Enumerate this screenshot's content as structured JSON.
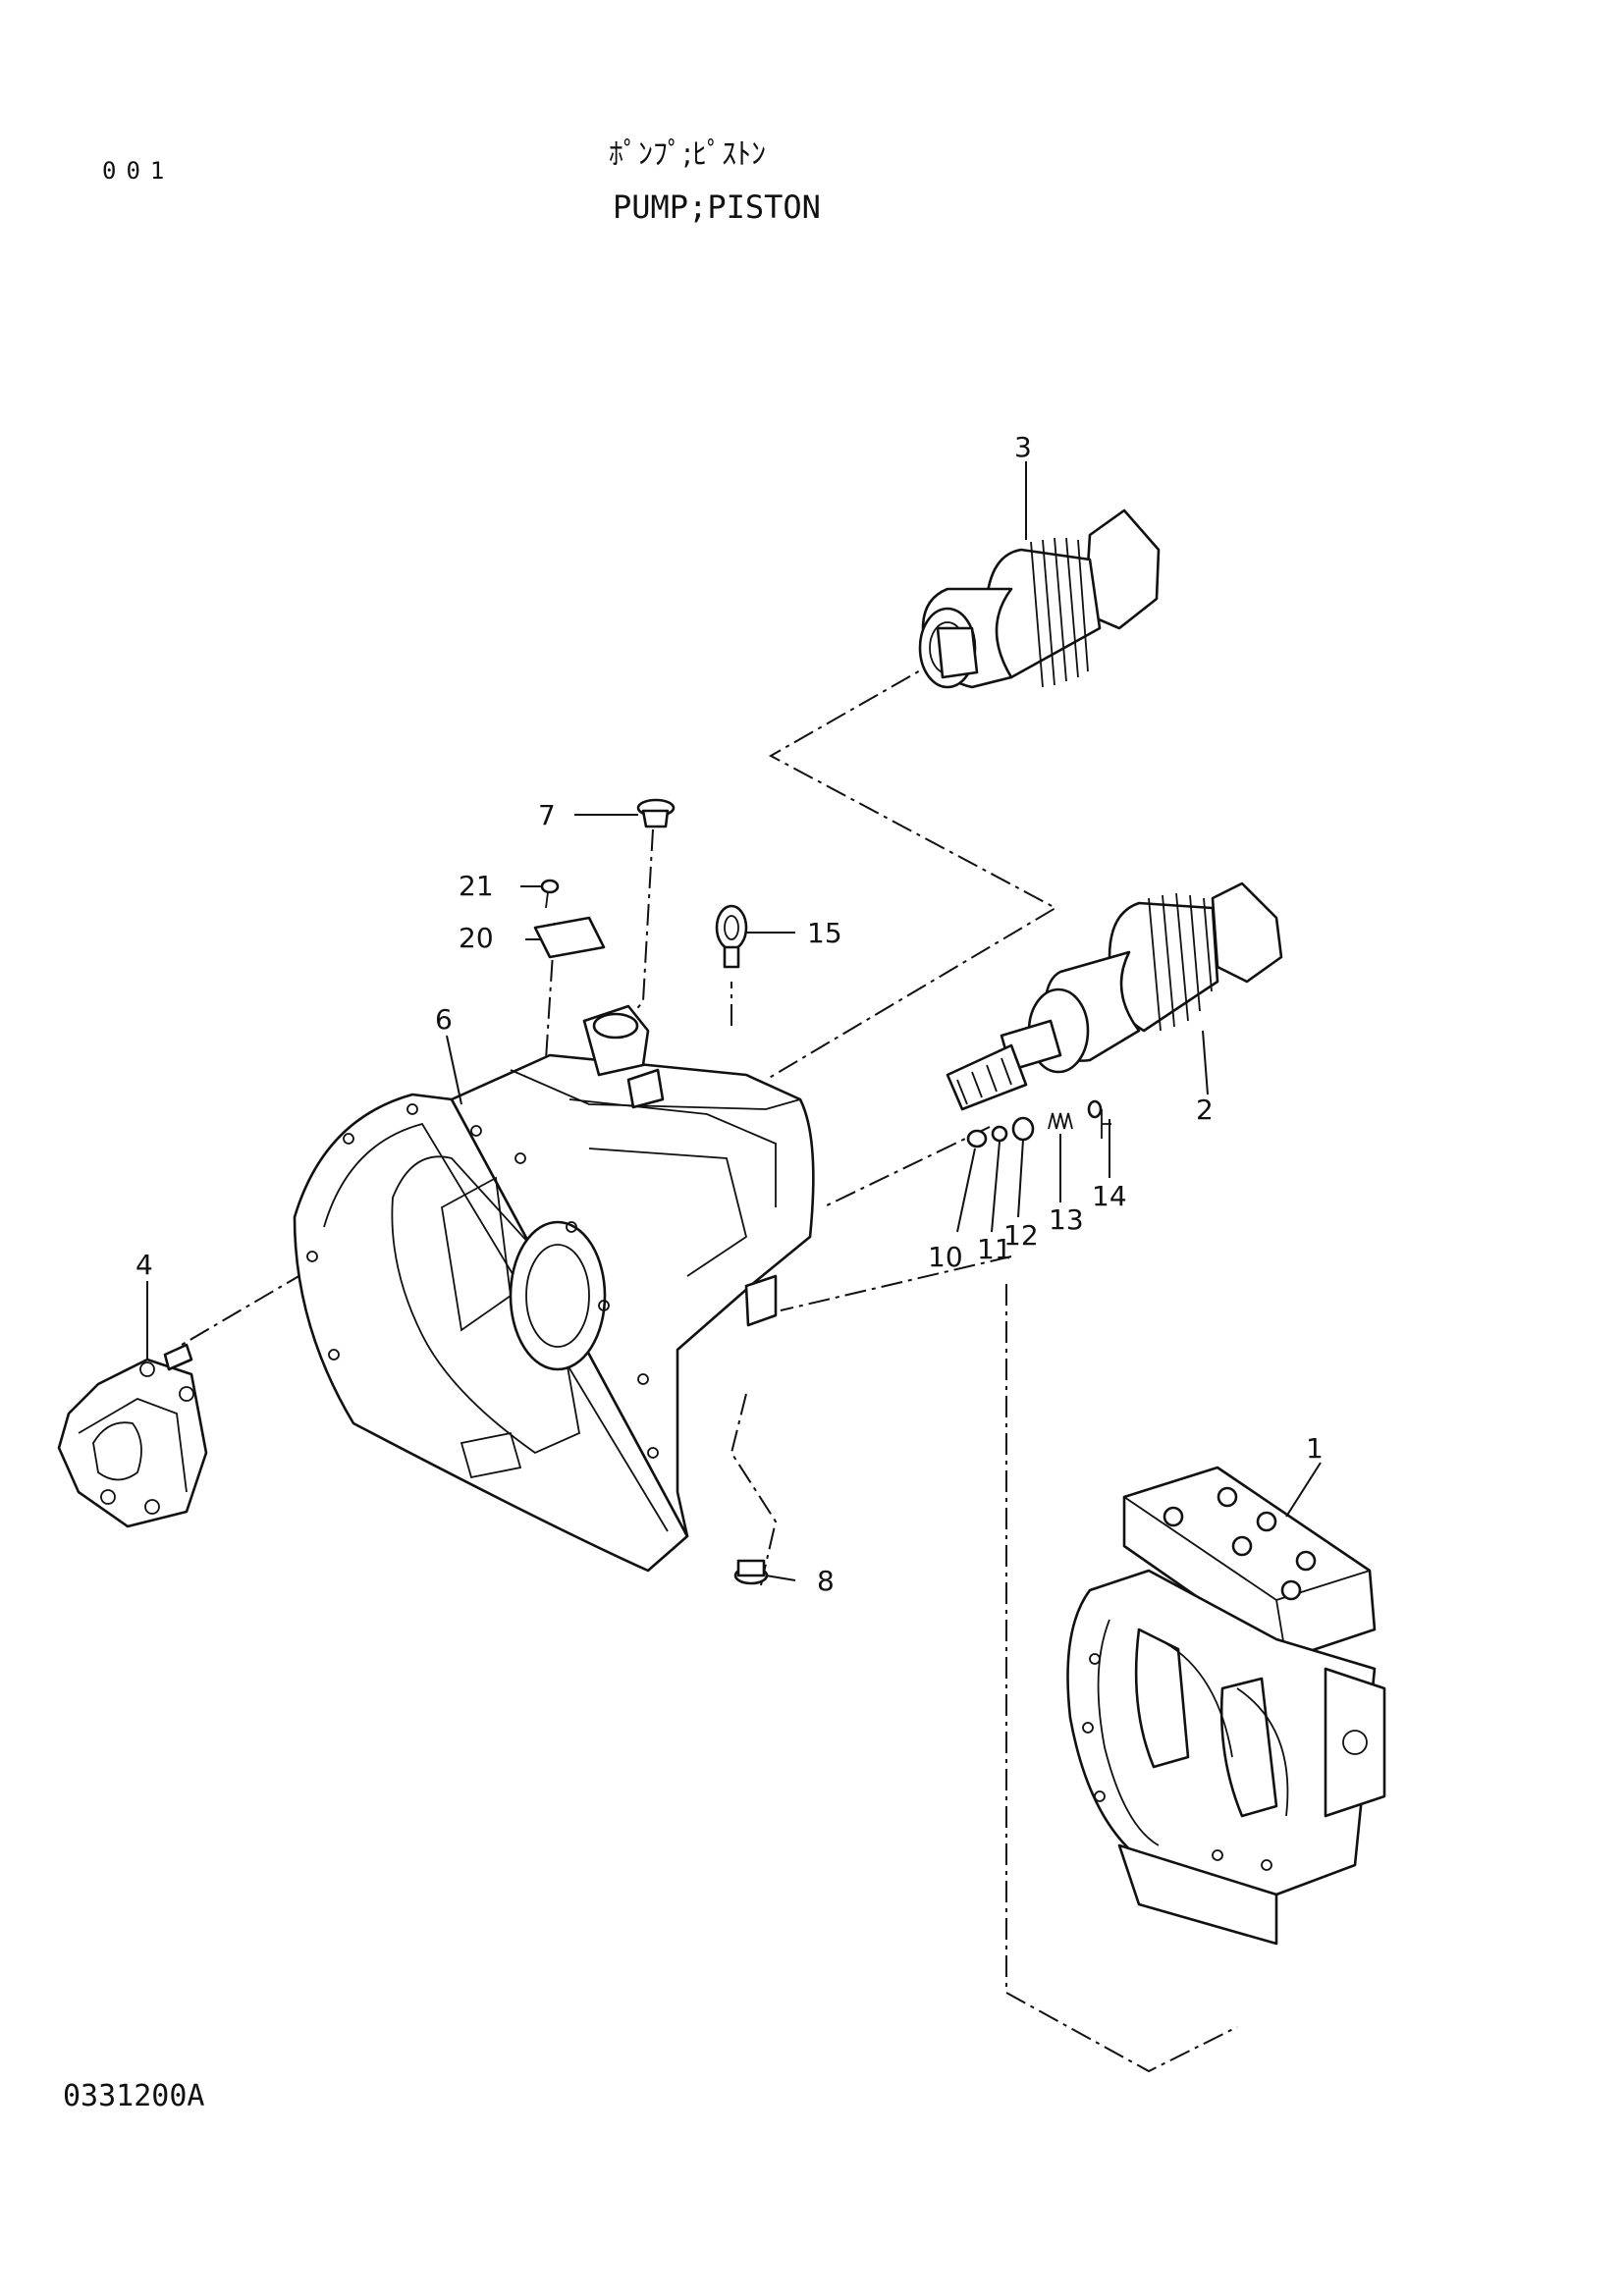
{
  "header": {
    "page_number": "001",
    "title_jp": "ﾎﾟﾝﾌﾟ;ﾋﾟｽﾄﾝ",
    "title_en": "PUMP;PISTON"
  },
  "footer": {
    "reference_code": "0331200A"
  },
  "callouts": [
    "1",
    "2",
    "3",
    "4",
    "6",
    "7",
    "8",
    "10",
    "11",
    "12",
    "13",
    "14",
    "15",
    "20",
    "21"
  ]
}
